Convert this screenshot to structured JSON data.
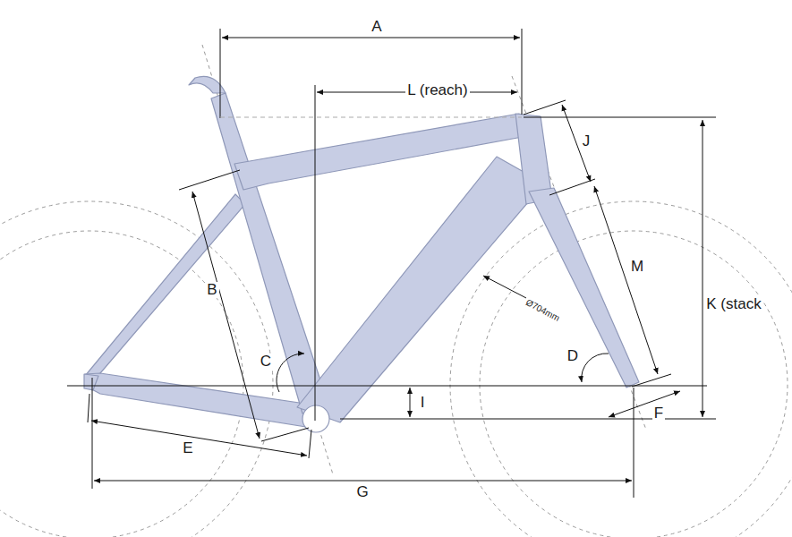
{
  "diagram": {
    "labels": [
      "A",
      "L (reach)",
      "J",
      "K (stack",
      "B",
      "M",
      "C",
      "Ø704mm",
      "D",
      "I",
      "F",
      "E",
      "G"
    ]
  }
}
